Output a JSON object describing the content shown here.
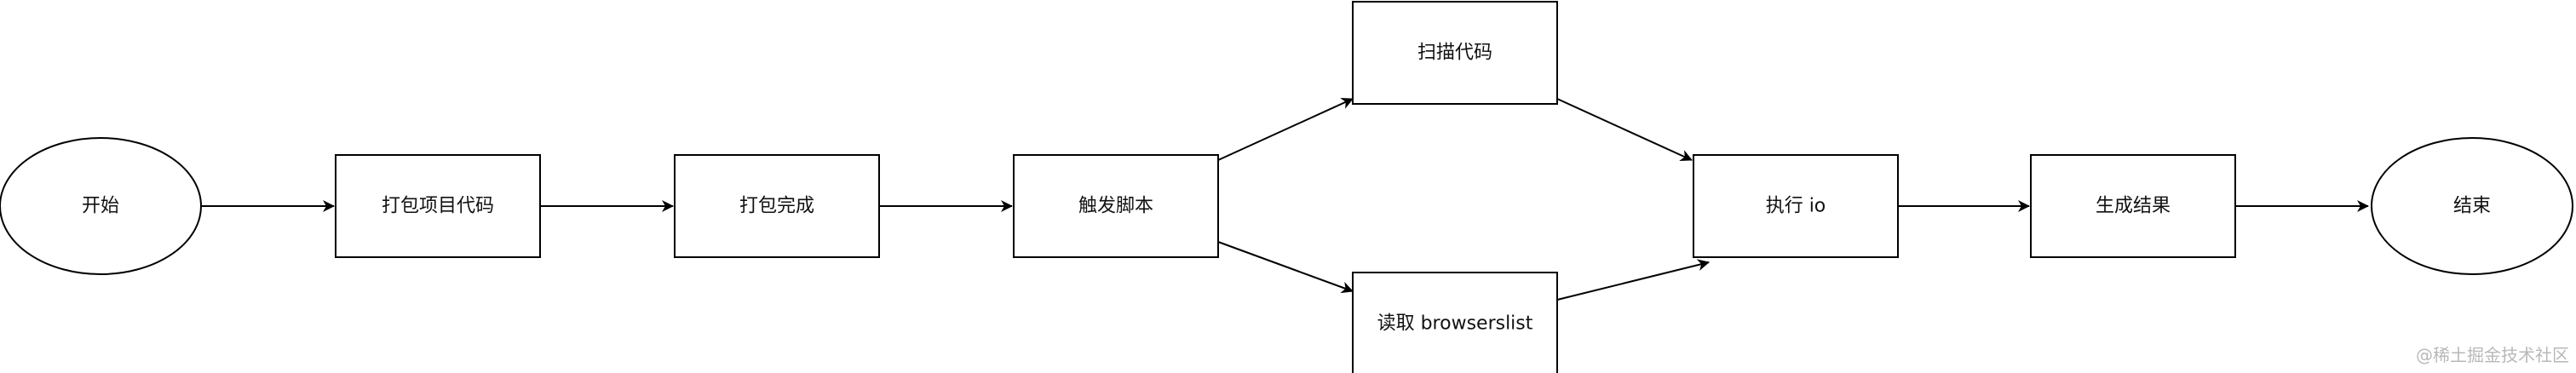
{
  "nodes": {
    "start": "开始",
    "package_code": "打包项目代码",
    "package_done": "打包完成",
    "trigger_script": "触发脚本",
    "scan_code": "扫描代码",
    "read_browserslist": "读取 browserslist",
    "execute_io": "执行 io",
    "generate_result": "生成结果",
    "end": "结束"
  },
  "watermark": "@稀土掘金技术社区"
}
